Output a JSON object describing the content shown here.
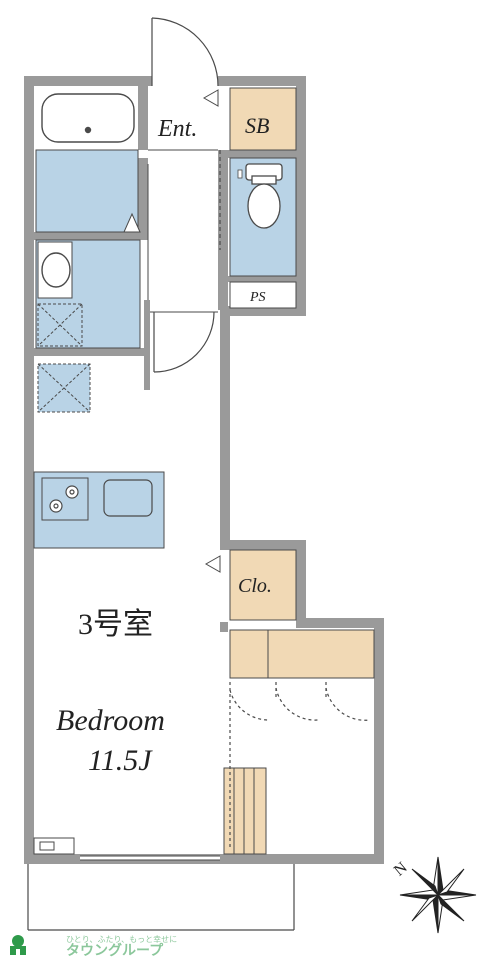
{
  "rooms": {
    "entrance": "Ent.",
    "shoe_box": "SB",
    "pipe_space": "PS",
    "closet": "Clo.",
    "room_number": "3号室",
    "bedroom": "Bedroom",
    "bedroom_size": "11.5J"
  },
  "compass": {
    "north_label": "N"
  },
  "watermark": {
    "tagline": "ひとり、ふたり、もっと幸せに",
    "brand": "タウングループ"
  },
  "colors": {
    "wall": "#9a9a9a",
    "wet_area": "#b9d3e6",
    "storage": "#f1d9b5",
    "line": "#4a4a4a",
    "brand_green": "#2e9a4a"
  }
}
